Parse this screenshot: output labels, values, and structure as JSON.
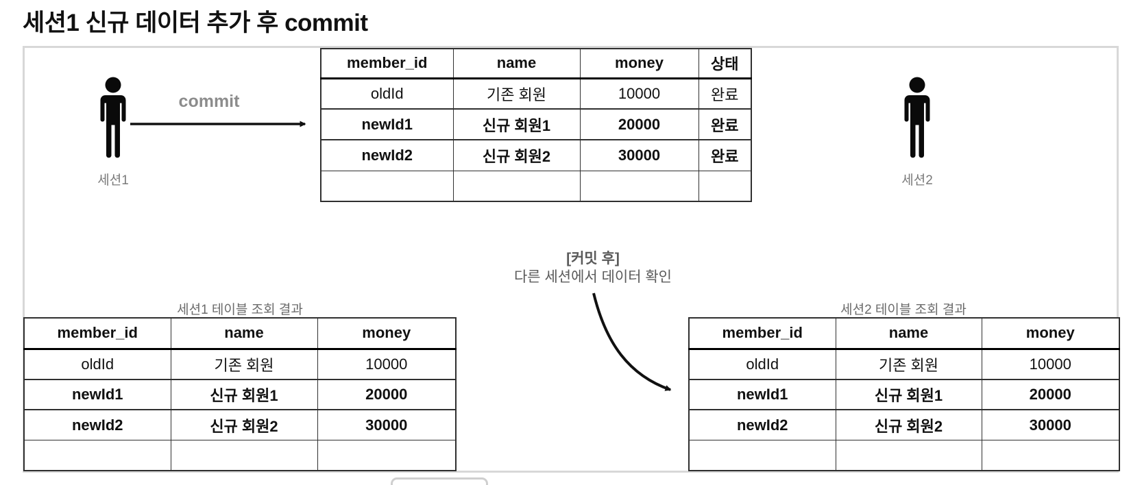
{
  "title": "세션1 신규 데이터 추가 후 commit",
  "actors": {
    "session1_label": "세션1",
    "session2_label": "세션2"
  },
  "commit_label": "commit",
  "annotation": {
    "line1": "[커밋 후]",
    "line2": "다른 세션에서 데이터 확인"
  },
  "main_table": {
    "headers": [
      "member_id",
      "name",
      "money",
      "상태"
    ],
    "rows": [
      [
        "oldId",
        "기존 회원",
        "10000",
        "완료"
      ],
      [
        "newId1",
        "신규 회원1",
        "20000",
        "완료"
      ],
      [
        "newId2",
        "신규 회원2",
        "30000",
        "완료"
      ],
      [
        "",
        "",
        "",
        ""
      ]
    ]
  },
  "session1_result": {
    "caption": "세션1 테이블 조회 결과",
    "headers": [
      "member_id",
      "name",
      "money"
    ],
    "rows": [
      [
        "oldId",
        "기존 회원",
        "10000"
      ],
      [
        "newId1",
        "신규 회원1",
        "20000"
      ],
      [
        "newId2",
        "신규 회원2",
        "30000"
      ],
      [
        "",
        "",
        ""
      ]
    ]
  },
  "session2_result": {
    "caption": "세션2 테이블 조회 결과",
    "headers": [
      "member_id",
      "name",
      "money"
    ],
    "rows": [
      [
        "oldId",
        "기존 회원",
        "10000"
      ],
      [
        "newId1",
        "신규 회원1",
        "20000"
      ],
      [
        "newId2",
        "신규 회원2",
        "30000"
      ],
      [
        "",
        "",
        ""
      ]
    ]
  },
  "colors": {
    "text": "#111111",
    "muted": "#7a7a7a",
    "commit_label": "#8c8c8c",
    "table_border": "#2f2f2f",
    "box_border": "#d8d8d8",
    "arrow": "#111111"
  }
}
